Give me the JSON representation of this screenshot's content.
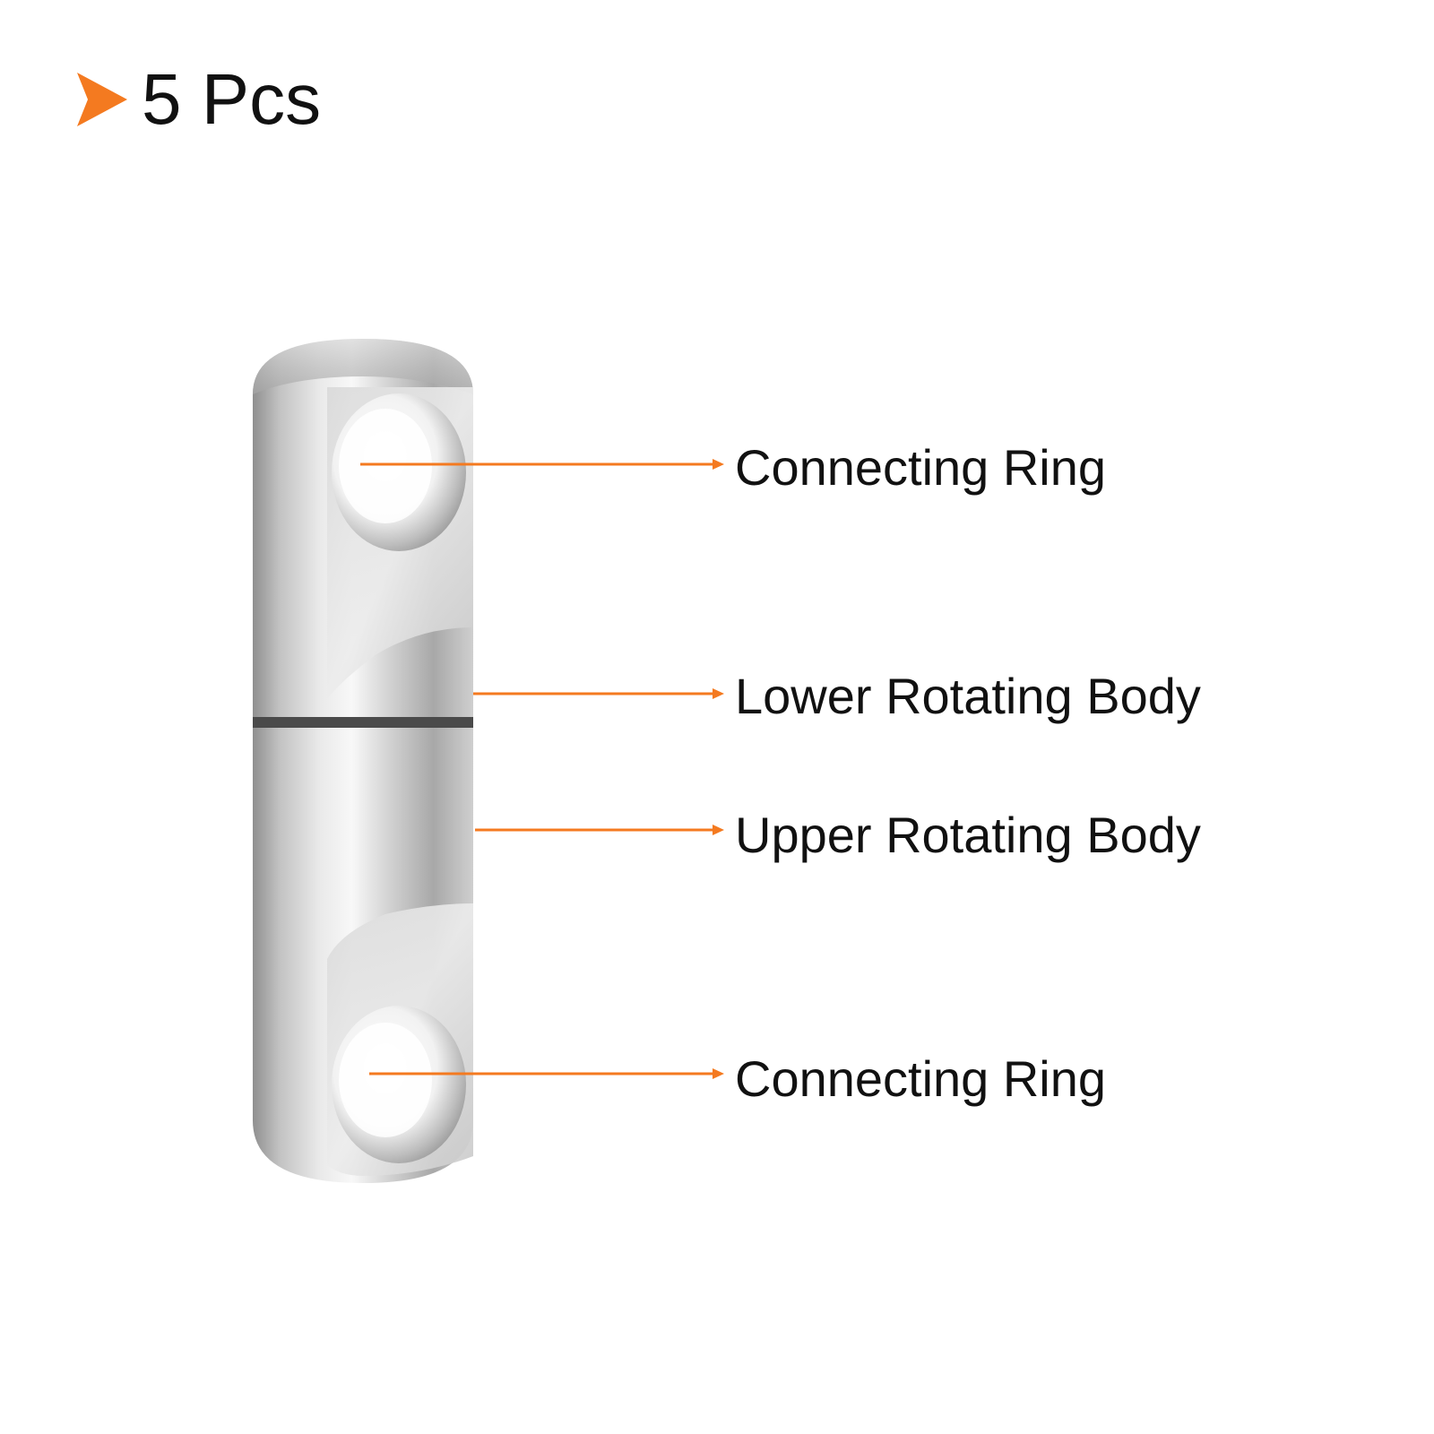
{
  "header": {
    "quantity_text": "5 Pcs",
    "icon": "triangle-right-icon",
    "accent_color": "#f47a20"
  },
  "callouts": [
    {
      "label": "Connecting Ring"
    },
    {
      "label": "Lower Rotating Body"
    },
    {
      "label": "Upper Rotating Body"
    },
    {
      "label": "Connecting Ring"
    }
  ],
  "colors": {
    "leader_line": "#f47a20",
    "text": "#111111",
    "metal": "#c9c9c9"
  }
}
